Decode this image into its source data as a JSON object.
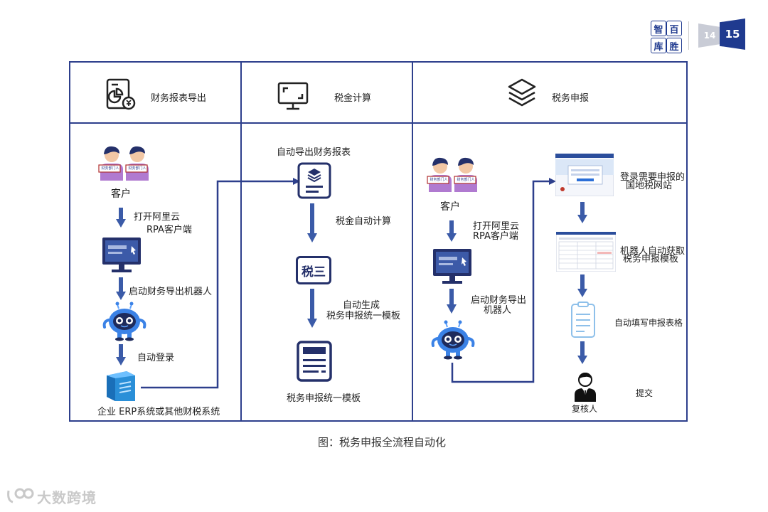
{
  "brand": {
    "logo_chars": [
      "智",
      "百",
      "库",
      "胜"
    ],
    "page_left": "14",
    "page_right": "15"
  },
  "sections": [
    {
      "title": "财务报表导出"
    },
    {
      "title": "税金计算"
    },
    {
      "title": "税务申报"
    }
  ],
  "col1": {
    "customer": "客户",
    "badge_text": "财务部门人",
    "step_open_line1": "打开阿里云",
    "step_open_line2": "RPA客户端",
    "step_start": "启动财务导出机器人",
    "step_login": "自动登录",
    "erp": "企业 ERP系统或其他财税系统"
  },
  "col2": {
    "auto_export": "自动导出财务报表",
    "auto_calc": "税金自动计算",
    "tax_icon_text": "税三",
    "gen_line1": "自动生成",
    "gen_line2": "税务申报统一模板",
    "template": "税务申报统一模板"
  },
  "col3": {
    "customer": "客户",
    "step_open_line1": "打开阿里云",
    "step_open_line2": "RPA客户端",
    "step_start_line1": "启动财务导出",
    "step_start_line2": "机器人",
    "login_line1": "登录需要申报的",
    "login_line2": "国地税网站",
    "fetch_line1": "机器人自动获取",
    "fetch_line2": "税务申报模板",
    "fill": "自动填写申报表格",
    "submit": "提交",
    "reviewer": "复核人"
  },
  "caption": "图：税务申报全流程自动化",
  "watermark": "大数跨境",
  "colors": {
    "frame": "#2d3f8c",
    "arrow": "#3b5ba8",
    "navy": "#24306a",
    "skin": "#f2c7a5",
    "shirt": "#b07ad0"
  }
}
